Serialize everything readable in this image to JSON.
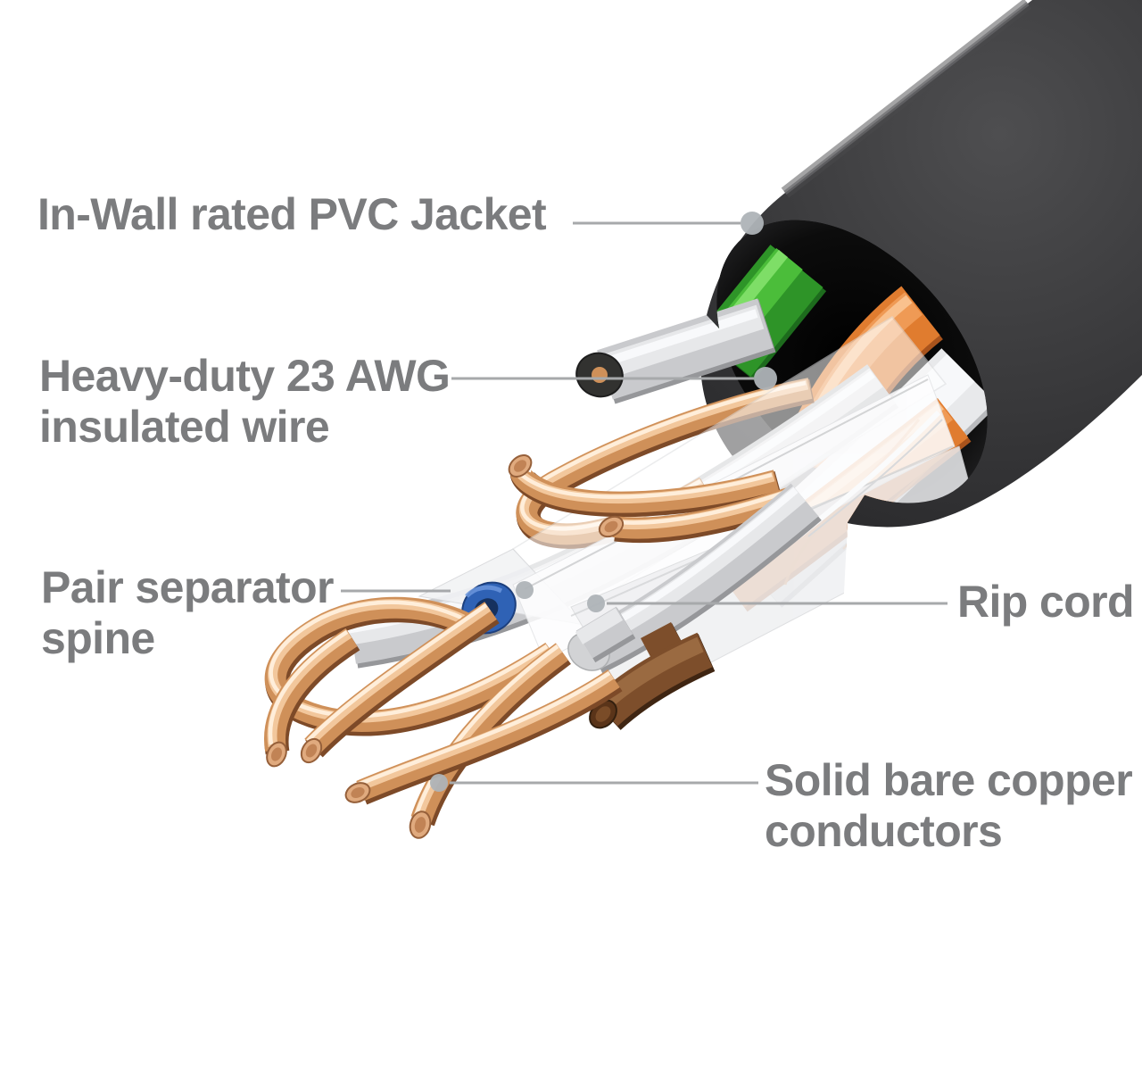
{
  "figure": {
    "type": "cutaway-diagram",
    "subject": "Ethernet cable construction cutaway",
    "background_color": "#ffffff",
    "label_text_color": "#7b7c7e",
    "leader_line_color": "#a7a9ab",
    "jacket_color": "#262628",
    "copper_color": "#cf9059",
    "orange_wire_color": "#e07c2f",
    "green_wire_color": "#2e9428",
    "gray_wire_color": "#c9cacd",
    "spine_color": "#f4f5f7",
    "blue_separator_color": "#2f62b5",
    "brown_wire_color": "#7d4e2b"
  },
  "labels": {
    "jacket": "In-Wall rated PVC Jacket",
    "awg": "Heavy-duty 23 AWG\ninsulated wire",
    "spine": "Pair separator\nspine",
    "ripcord": "Rip cord",
    "copper": "Solid bare copper\nconductors"
  }
}
